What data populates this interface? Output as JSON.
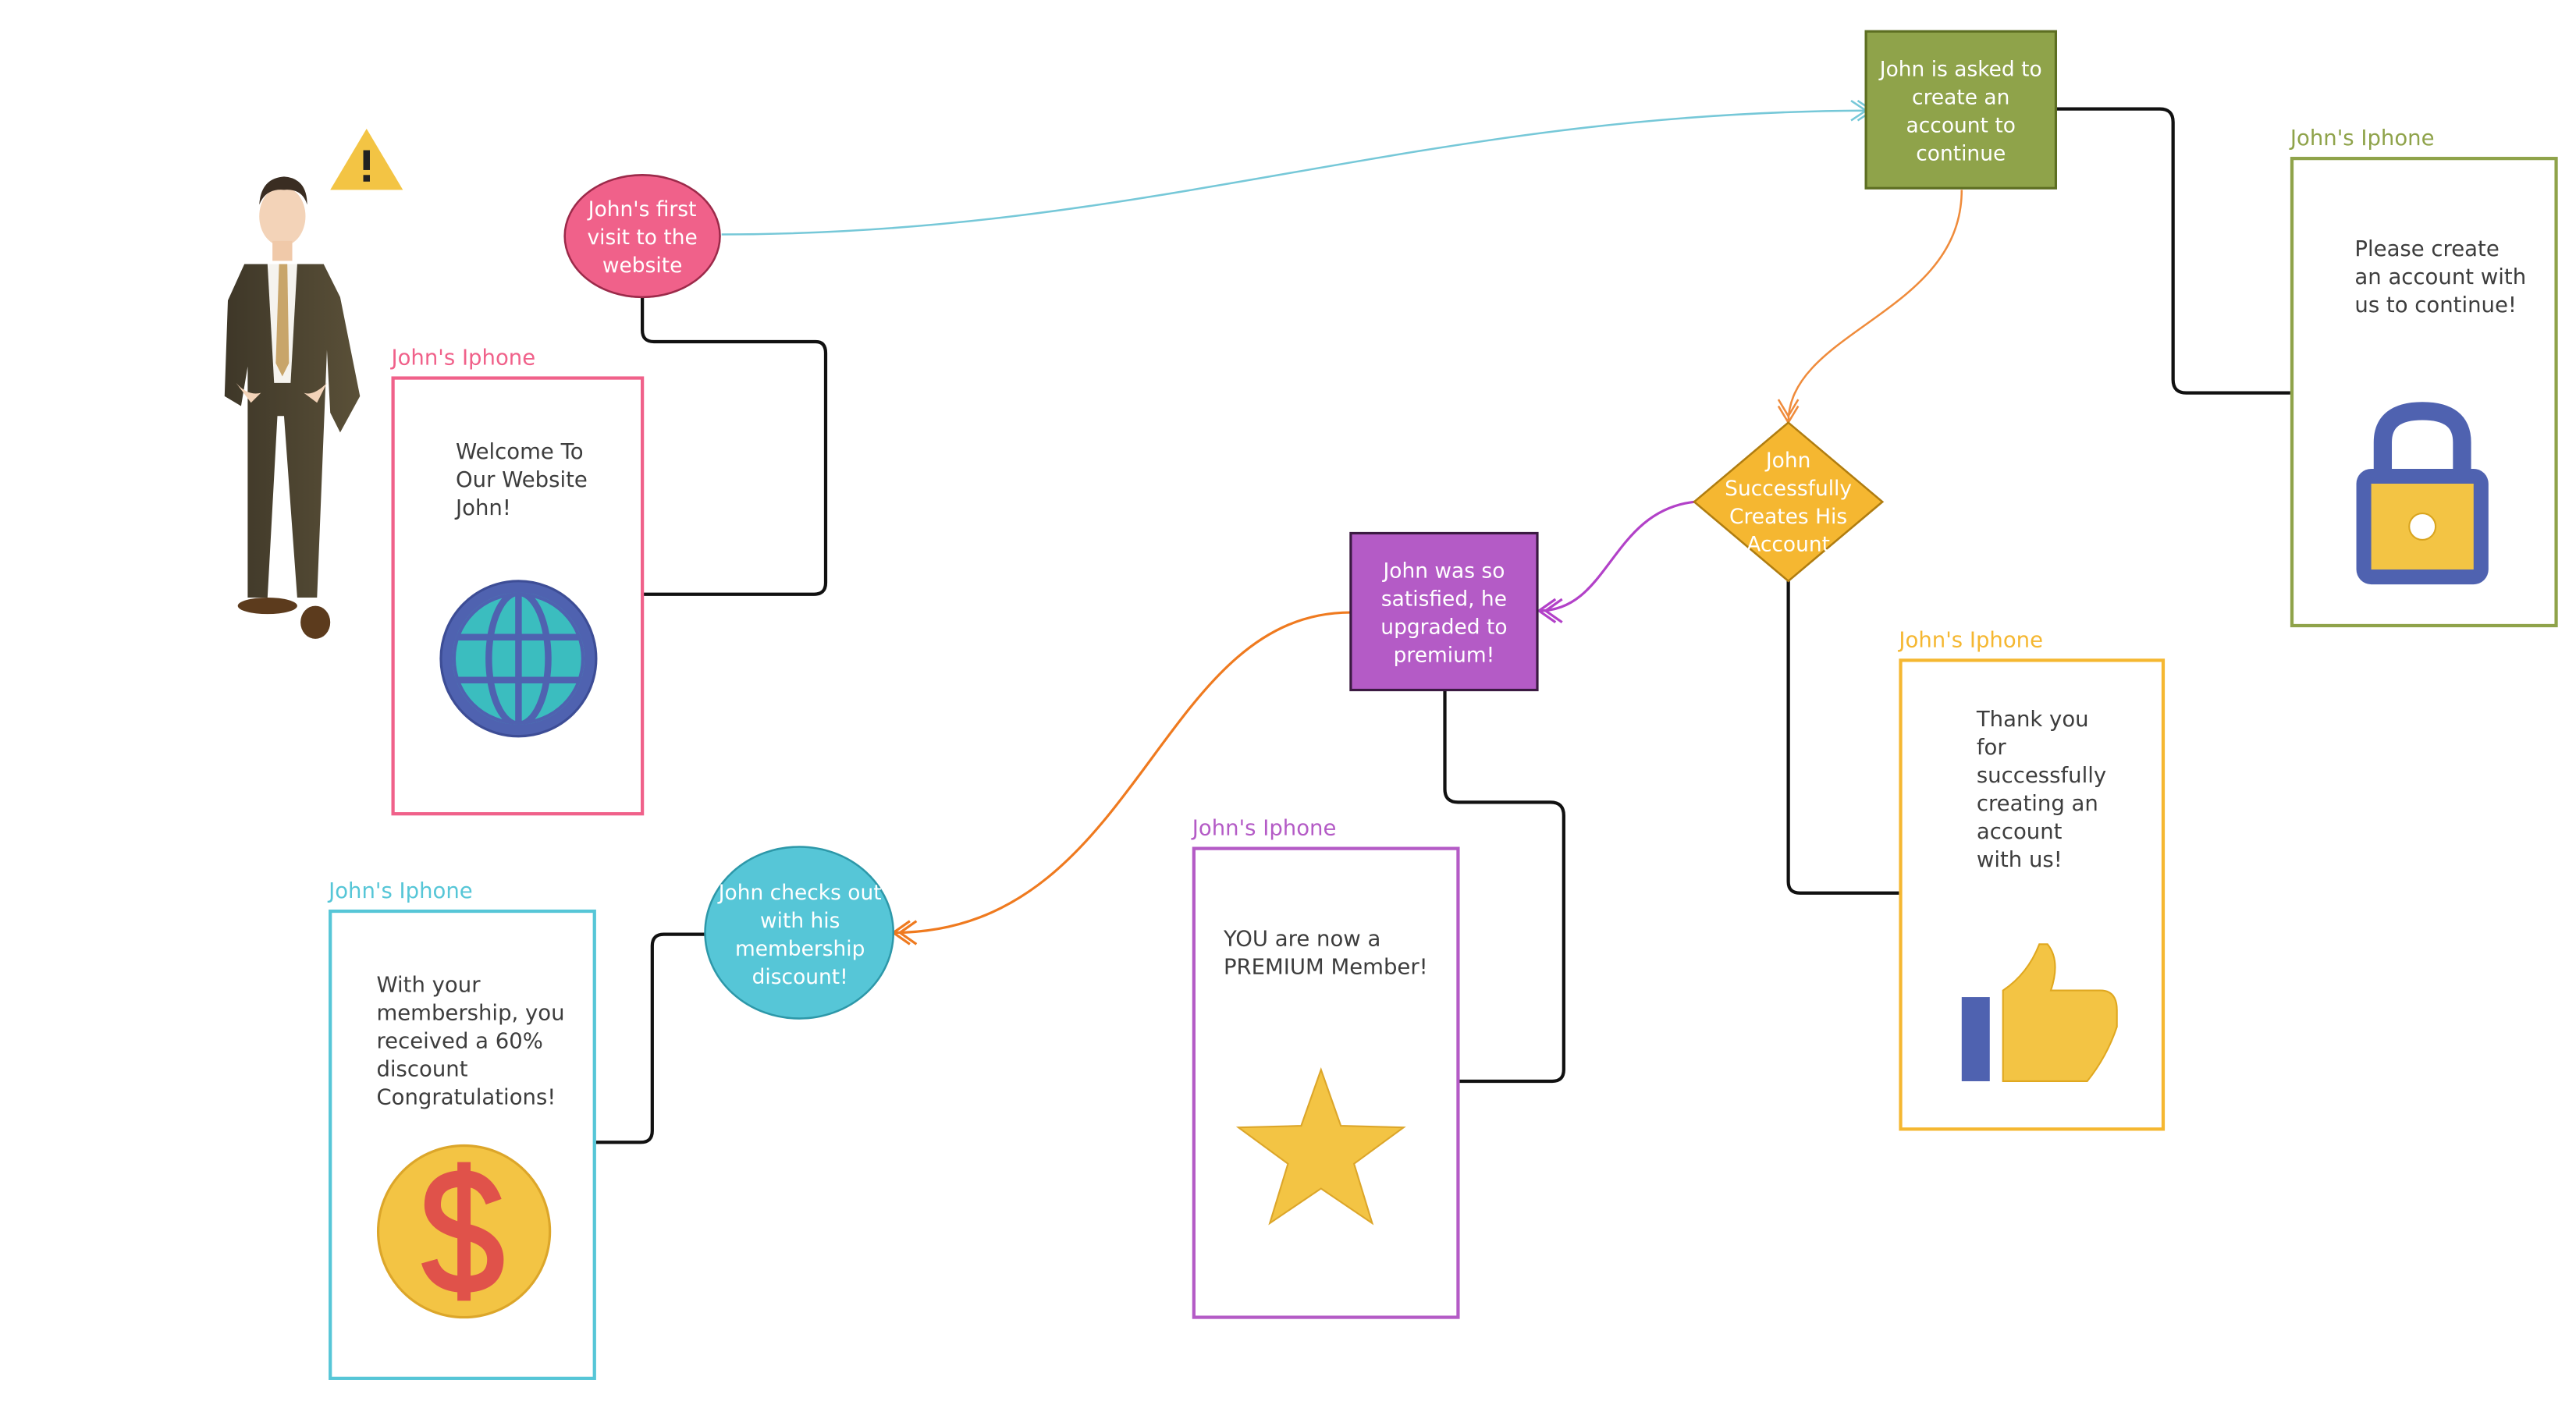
{
  "colors": {
    "pink": "#f0618a",
    "olive": "#8fa34a",
    "yellow": "#f5b731",
    "purple": "#b45bc6",
    "cyan": "#56c6d7",
    "line_black": "#111111",
    "arrow_cyan": "#76c8d8",
    "arrow_orange": "#ef8b3b",
    "arrow_purple": "#b241c8",
    "icon_blue": "#4f62b0",
    "icon_teal": "#3bbdbf",
    "icon_gold": "#f3c444",
    "icon_red": "#e0524a"
  },
  "nodes": {
    "first_visit": {
      "text": "John's first\nvisit to the\nwebsite",
      "shape": "ellipse",
      "color": "#f0618a"
    },
    "asked_account": {
      "text": "John is asked to\ncreate an\naccount to\ncontinue",
      "shape": "rectangle",
      "color": "#8fa34a"
    },
    "creates_account": {
      "text": "John\nSuccessfully\nCreates His\nAccount",
      "shape": "diamond",
      "color": "#f5b731"
    },
    "upgraded": {
      "text": "John was so\nsatisfied, he\nupgraded to\npremium!",
      "shape": "rectangle",
      "color": "#b45bc6"
    },
    "checks_out": {
      "text": "John checks out\nwith his\nmembership\ndiscount!",
      "shape": "circle",
      "color": "#56c6d7"
    }
  },
  "phones": {
    "welcome": {
      "label": "John's Iphone",
      "text": "Welcome To\nOur Website\nJohn!",
      "icon": "globe-icon",
      "color": "#f0618a"
    },
    "create": {
      "label": "John's Iphone",
      "text": "Please create\nan account with\nus to continue!",
      "icon": "lock-icon",
      "color": "#8fa34a"
    },
    "thanks": {
      "label": "John's Iphone",
      "text": "Thank you\nfor\nsuccessfully\ncreating an\naccount\nwith us!",
      "icon": "thumbs-up-icon",
      "color": "#f5b731"
    },
    "premium": {
      "label": "John's Iphone",
      "text": "YOU are now a\nPREMIUM Member!",
      "icon": "star-icon",
      "color": "#b45bc6"
    },
    "discount": {
      "label": "John's Iphone",
      "text": "With your\nmembership, you\nreceived a 60%\ndiscount\nCongratulations!",
      "icon": "dollar-coin-icon",
      "color": "#56c6d7"
    }
  },
  "decor": {
    "person": "businessman-figure",
    "warning": "warning-icon"
  }
}
